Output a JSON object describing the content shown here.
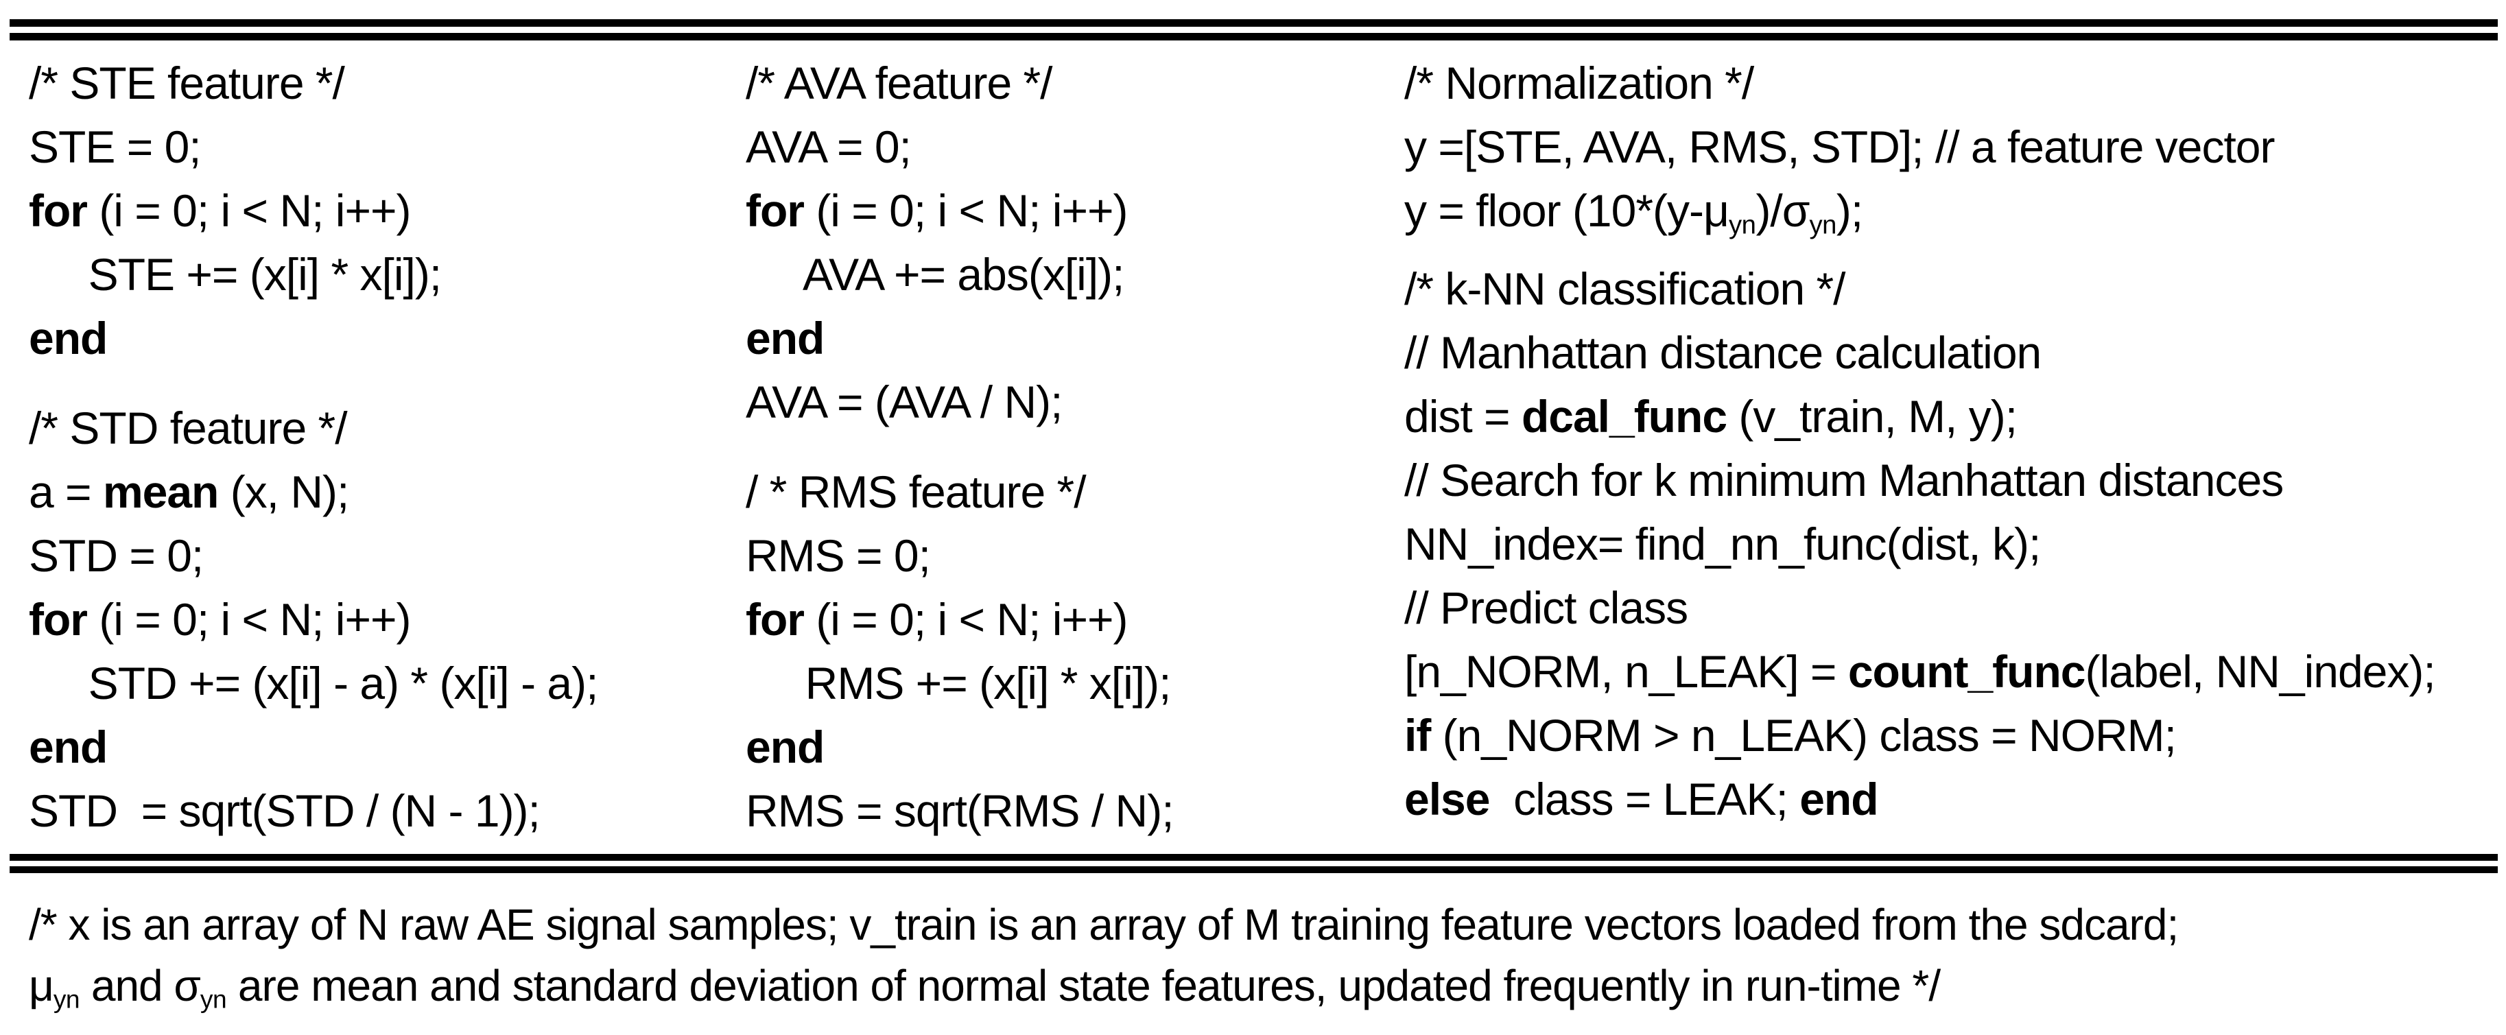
{
  "figure": {
    "background_color": "#ffffff",
    "text_color": "#000000",
    "rule_color": "#000000",
    "description_names": {
      "column_1": "time-domain feature extraction STE and STD",
      "column_2": "time-domain feature extraction AVA and RMS",
      "column_3": "normalization and k-NN classification",
      "footer": "footnote comment"
    }
  },
  "columns": [
    {
      "name": "features-ste-std",
      "sections": [
        {
          "lines": [
            [
              {
                "t": "/* STE feature */"
              }
            ],
            [
              {
                "t": "STE = 0;"
              }
            ],
            [
              {
                "t": "for",
                "b": true
              },
              {
                "t": " (i = 0; i < N; i++)"
              }
            ],
            [
              {
                "t": "     STE += (x[i] * x[i]);"
              }
            ],
            [
              {
                "t": "end",
                "b": true
              }
            ]
          ]
        },
        {
          "lines": [
            [
              {
                "t": "/* STD feature */"
              }
            ],
            [
              {
                "t": "a = "
              },
              {
                "t": "mean",
                "b": true
              },
              {
                "t": " (x, N);"
              }
            ],
            [
              {
                "t": "STD = 0;"
              }
            ],
            [
              {
                "t": "for",
                "b": true
              },
              {
                "t": " (i = 0; i < N; i++)"
              }
            ],
            [
              {
                "t": "     STD += (x[i] - a) * (x[i] - a);"
              }
            ],
            [
              {
                "t": "end",
                "b": true
              }
            ],
            [
              {
                "t": "STD  = sqrt(STD / (N - 1));"
              }
            ]
          ]
        }
      ]
    },
    {
      "name": "features-ava-rms",
      "sections": [
        {
          "lines": [
            [
              {
                "t": "/* AVA feature */"
              }
            ],
            [
              {
                "t": "AVA = 0;"
              }
            ],
            [
              {
                "t": "for",
                "b": true
              },
              {
                "t": " (i = 0; i < N; i++)"
              }
            ],
            [
              {
                "t": "     AVA += abs(x[i]);"
              }
            ],
            [
              {
                "t": "end",
                "b": true
              }
            ],
            [
              {
                "t": "AVA = (AVA / N);"
              }
            ]
          ]
        },
        {
          "lines": [
            [
              {
                "t": "/ * RMS feature */"
              }
            ],
            [
              {
                "t": "RMS = 0;"
              }
            ],
            [
              {
                "t": "for",
                "b": true
              },
              {
                "t": " (i = 0; i < N; i++)"
              }
            ],
            [
              {
                "t": "     RMS += (x[i] * x[i]);"
              }
            ],
            [
              {
                "t": "end",
                "b": true
              }
            ],
            [
              {
                "t": "RMS = sqrt(RMS / N);"
              }
            ]
          ]
        }
      ]
    },
    {
      "name": "normalization-knn-classification",
      "sections": [
        {
          "lines": [
            [
              {
                "t": "/* Normalization */"
              }
            ],
            [
              {
                "t": "y =[STE, AVA, RMS, STD]; // a feature vector"
              }
            ],
            [
              {
                "t": "y = floor (10*(y-μ"
              },
              {
                "t": "yn",
                "sub": true
              },
              {
                "t": ")/σ"
              },
              {
                "t": "yn",
                "sub": true
              },
              {
                "t": ");"
              }
            ],
            [
              {
                "t": "/* k-NN classification */"
              }
            ],
            [
              {
                "t": "// Manhattan distance calculation"
              }
            ],
            [
              {
                "t": "dist = "
              },
              {
                "t": "dcal_func",
                "b": true
              },
              {
                "t": " (v_train, M, y);"
              }
            ],
            [
              {
                "t": "// Search for k minimum Manhattan distances"
              }
            ],
            [
              {
                "t": "NN_index= find_nn_func(dist, k);"
              }
            ],
            [
              {
                "t": "// Predict class"
              }
            ],
            [
              {
                "t": "[n_NORM, n_LEAK] = "
              },
              {
                "t": "count_func",
                "b": true
              },
              {
                "t": "(label, NN_index);"
              }
            ],
            [
              {
                "t": "if",
                "b": true
              },
              {
                "t": " (n_NORM > n_LEAK) class = NORM;"
              }
            ],
            [
              {
                "t": "else",
                "b": true
              },
              {
                "t": "  class = LEAK; "
              },
              {
                "t": "end",
                "b": true
              }
            ]
          ]
        }
      ]
    }
  ],
  "footer": {
    "lines": [
      [
        {
          "t": "/* x is an array of N raw AE signal samples; v_train is an array of M training feature vectors loaded from the sdcard;"
        }
      ],
      [
        {
          "t": "μ"
        },
        {
          "t": "yn",
          "sub": true
        },
        {
          "t": " and σ"
        },
        {
          "t": "yn",
          "sub": true
        },
        {
          "t": " are mean and standard deviation of normal state features, updated frequently in run-time */"
        }
      ]
    ]
  }
}
